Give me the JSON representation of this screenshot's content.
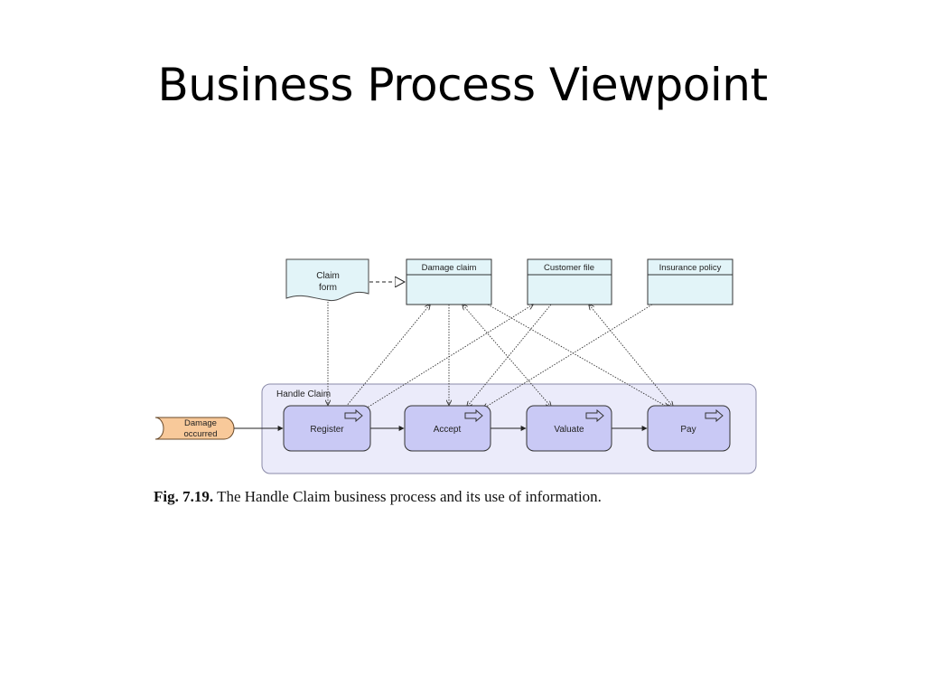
{
  "slide": {
    "title": "Business Process Viewpoint"
  },
  "diagram": {
    "process_container_label": "Handle Claim",
    "event": {
      "line1": "Damage",
      "line2": "occurred",
      "color": "#f8c99a"
    },
    "representation": {
      "line1": "Claim",
      "line2": "form",
      "color": "#e2f4f8"
    },
    "business_objects": [
      {
        "label": "Damage claim"
      },
      {
        "label": "Customer file"
      },
      {
        "label": "Insurance policy"
      }
    ],
    "processes": [
      {
        "label": "Register"
      },
      {
        "label": "Accept"
      },
      {
        "label": "Valuate"
      },
      {
        "label": "Pay"
      }
    ],
    "colors": {
      "process_fill": "#c9c9f5",
      "container_fill": "#ebebfa",
      "object_fill": "#e2f4f8"
    }
  },
  "caption": {
    "figure_number": "Fig. 7.19.",
    "text": "The Handle Claim business process and its use of information."
  }
}
